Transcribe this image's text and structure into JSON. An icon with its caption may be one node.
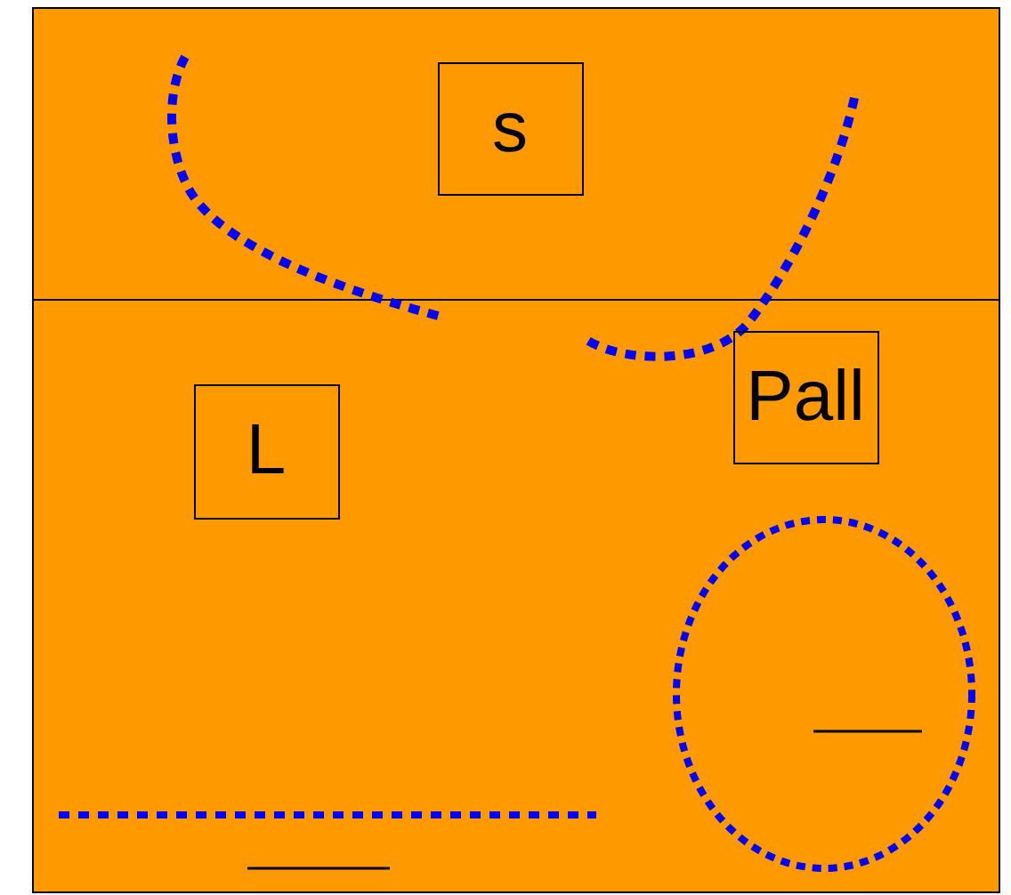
{
  "diagram": {
    "nodes": [
      {
        "text": [],
        "shape": "band"
      },
      {
        "text": [],
        "shape": "band"
      },
      {
        "text": [
          "s"
        ],
        "in": 0
      },
      {
        "text": [
          "L"
        ],
        "in": 1
      },
      {
        "text": [
          "Pall"
        ],
        "in": 1
      }
    ]
  }
}
